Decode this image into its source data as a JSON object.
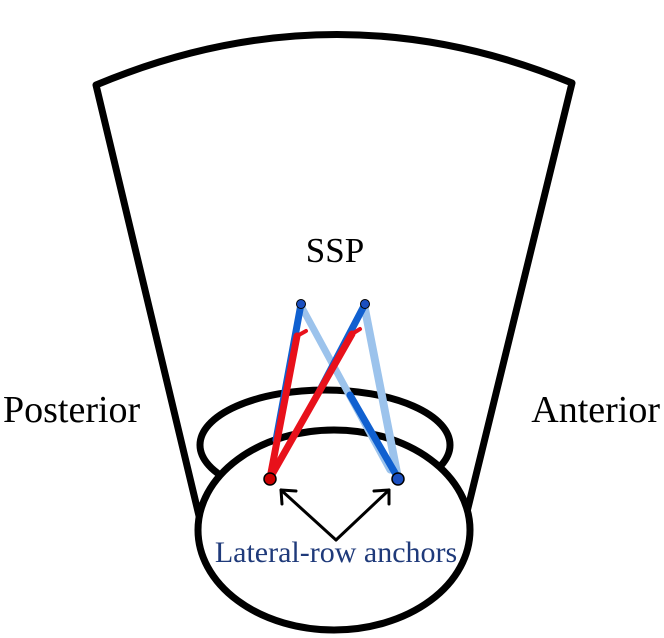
{
  "diagram": {
    "labels": {
      "ssp": "SSP",
      "posterior": "Posterior",
      "anterior": "Anterior",
      "lateral_row_anchors": "Lateral-row anchors"
    },
    "colors": {
      "outline": "#000000",
      "red_suture": "#e8111b",
      "blue_suture": "#1060d0",
      "light_blue_suture": "#9cc3ec",
      "anchor_red": "#cc0000",
      "anchor_blue": "#1a4fc0",
      "anchor_label": "#1f3a7a"
    }
  }
}
